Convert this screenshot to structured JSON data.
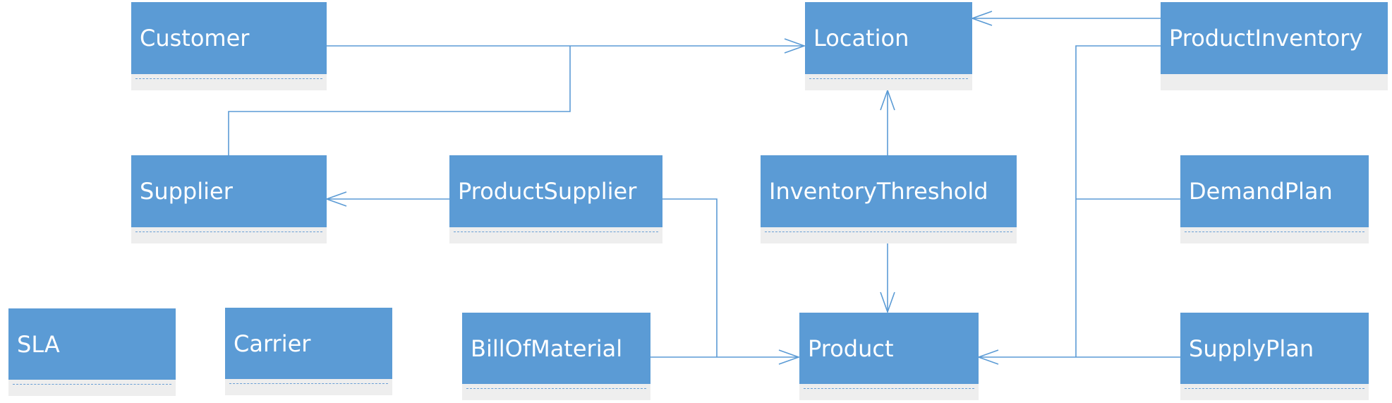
{
  "diagram": {
    "line_color": "#5b9bd5",
    "header_color": "#5b9bd5",
    "header_text_color": "#ffffff",
    "body_color": "#eeeeee",
    "entities": {
      "customer": "Customer",
      "location": "Location",
      "product_inventory": "ProductInventory",
      "supplier": "Supplier",
      "product_supplier": "ProductSupplier",
      "inventory_threshold": "InventoryThreshold",
      "demand_plan": "DemandPlan",
      "sla": "SLA",
      "carrier": "Carrier",
      "bill_of_material": "BillOfMaterial",
      "product": "Product",
      "supply_plan": "SupplyPlan"
    },
    "relationships": [
      {
        "from": "Customer",
        "to": "Location"
      },
      {
        "from": "Supplier",
        "to": "Location"
      },
      {
        "from": "ProductInventory",
        "to": "Location"
      },
      {
        "from": "ProductInventory",
        "to": "Product"
      },
      {
        "from": "ProductSupplier",
        "to": "Supplier"
      },
      {
        "from": "ProductSupplier",
        "to": "Product"
      },
      {
        "from": "InventoryThreshold",
        "to": "Location"
      },
      {
        "from": "InventoryThreshold",
        "to": "Product"
      },
      {
        "from": "DemandPlan",
        "to": "Product"
      },
      {
        "from": "BillOfMaterial",
        "to": "Product"
      },
      {
        "from": "SupplyPlan",
        "to": "Product"
      }
    ]
  }
}
